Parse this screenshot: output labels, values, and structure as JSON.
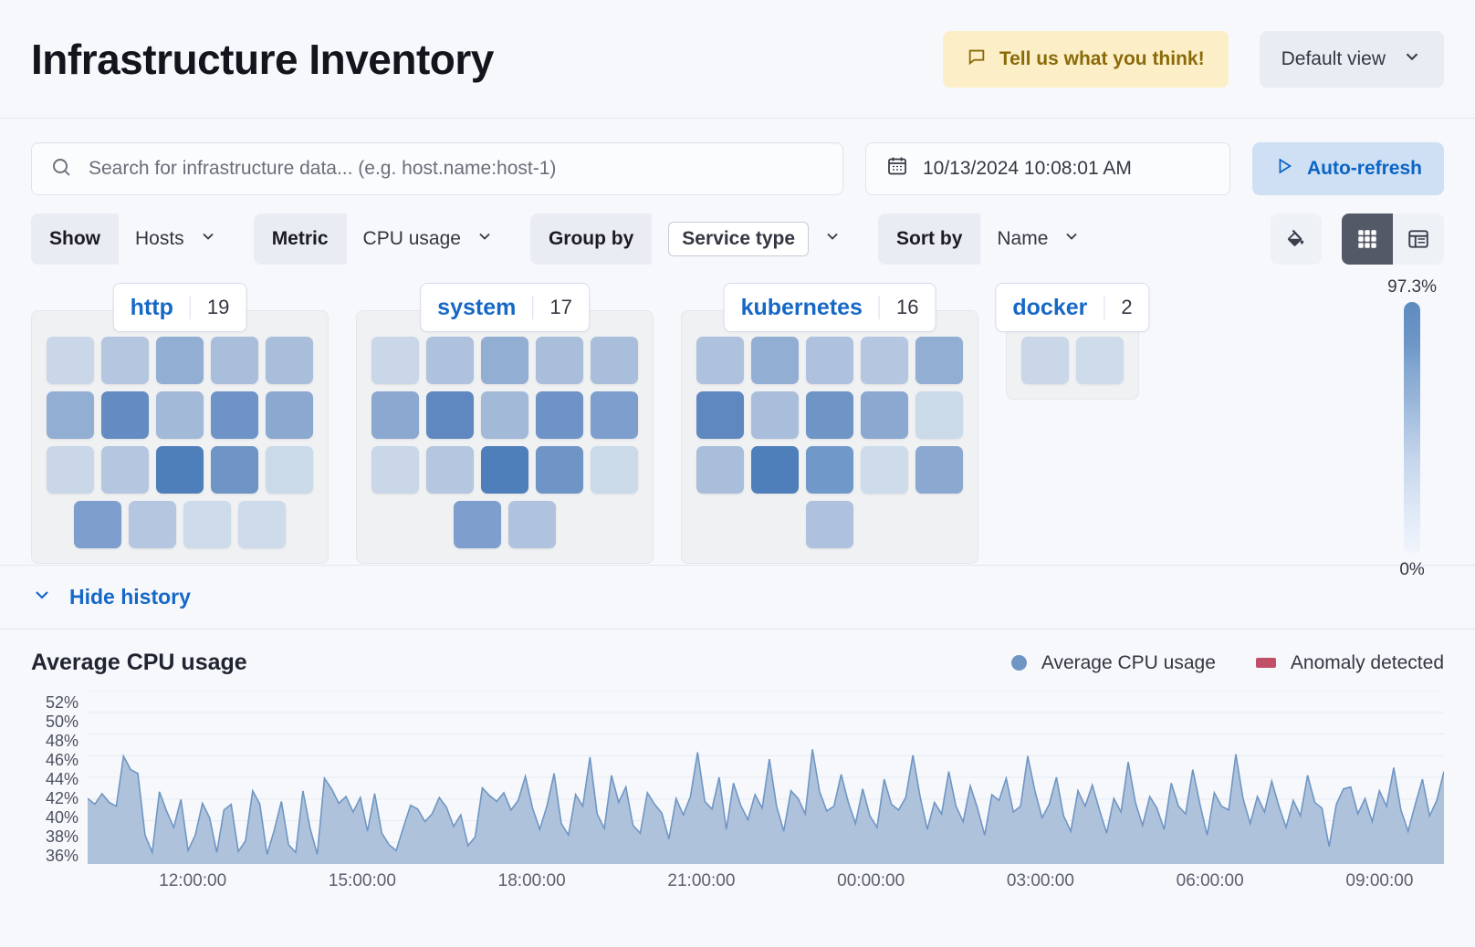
{
  "header": {
    "title": "Infrastructure Inventory",
    "feedback_label": "Tell us what you think!",
    "feedback_icon": "comment-icon",
    "view_label": "Default view",
    "view_icon": "chevron-down-icon"
  },
  "search": {
    "placeholder": "Search for infrastructure data... (e.g. host.name:host-1)",
    "value": "",
    "icon": "search-icon"
  },
  "datepicker": {
    "value": "10/13/2024 10:08:01 AM",
    "icon": "calendar-icon"
  },
  "refresh": {
    "label": "Auto-refresh",
    "icon": "play-icon"
  },
  "filters": [
    {
      "label": "Show",
      "value": "Hosts",
      "boxed": false,
      "icon": "chevron-down-icon"
    },
    {
      "label": "Metric",
      "value": "CPU usage",
      "boxed": false,
      "icon": "chevron-down-icon"
    },
    {
      "label": "Group by",
      "value": "Service type",
      "boxed": true,
      "icon": "chevron-down-icon"
    },
    {
      "label": "Sort by",
      "value": "Name",
      "boxed": false,
      "icon": "chevron-down-icon"
    }
  ],
  "toolbar_icons": {
    "palette": "fill-bucket-icon",
    "grid_view": "grid-view-icon",
    "table_view": "table-view-icon",
    "grid_active": true
  },
  "legend_scale": {
    "max": "97.3%",
    "min": "0%"
  },
  "groups": [
    {
      "name": "http",
      "count": "19",
      "rows": [
        [
          "#c9d7e8",
          "#b4c6e0",
          "#93aed3",
          "#a9bedb",
          "#a9bedb"
        ],
        [
          "#93aed3",
          "#648bc2",
          "#a3b9d8",
          "#6e93c6",
          "#8ba8d0"
        ],
        [
          "#c9d7e8",
          "#b4c6e0",
          "#4f7fba",
          "#6f94c6",
          "#cadae9"
        ],
        [
          "#7e9fcd",
          "#b4c6e0",
          "#cddbea",
          "#cddbea"
        ]
      ]
    },
    {
      "name": "system",
      "count": "17",
      "rows": [
        [
          "#c9d7e8",
          "#aec1dd",
          "#93aed3",
          "#a9bedb",
          "#a9bedb"
        ],
        [
          "#8ba8d0",
          "#5f88c0",
          "#a3b9d8",
          "#6e93c6",
          "#7e9fcd"
        ],
        [
          "#c9d7e8",
          "#b4c6e0",
          "#4f7fba",
          "#6f94c6",
          "#cadae9"
        ],
        [
          "#7e9fcd",
          "#b0c3de"
        ]
      ]
    },
    {
      "name": "kubernetes",
      "count": "16",
      "rows": [
        [
          "#aec1dd",
          "#93aed3",
          "#aec1dd",
          "#b4c6e0",
          "#93aed3"
        ],
        [
          "#5f88c0",
          "#a9bedb",
          "#6f94c6",
          "#8ba8d0",
          "#cadae9"
        ],
        [
          "#a9bedb",
          "#4f7fba",
          "#7099c9",
          "#cddbea",
          "#8ba8d0"
        ],
        [
          "#aec1dd"
        ]
      ]
    },
    {
      "name": "docker",
      "count": "2",
      "rows": [
        [
          "#c9d7e8",
          "#cddbea"
        ]
      ]
    }
  ],
  "history": {
    "toggle_label": "Hide history",
    "toggle_icon": "chevron-down-icon"
  },
  "chart_data": {
    "type": "area",
    "title": "Average CPU usage",
    "xlabel": "",
    "ylabel": "",
    "grid": true,
    "legend_position": "top-right",
    "legend": [
      {
        "name": "Average CPU usage",
        "color": "#6f96c3",
        "marker": "circle"
      },
      {
        "name": "Anomaly detected",
        "color": "#c24f68",
        "marker": "rect"
      }
    ],
    "ylim": [
      35,
      53
    ],
    "ytick_labels": [
      "52%",
      "50%",
      "48%",
      "46%",
      "44%",
      "42%",
      "40%",
      "38%",
      "36%"
    ],
    "ytick_values": [
      52,
      50,
      48,
      46,
      44,
      42,
      40,
      38,
      36
    ],
    "xtick_labels": [
      "12:00:00",
      "15:00:00",
      "18:00:00",
      "21:00:00",
      "00:00:00",
      "03:00:00",
      "06:00:00",
      "09:00:00"
    ],
    "series": [
      {
        "name": "Average CPU usage",
        "color": "#6f96c3",
        "fill": "#aec2dc",
        "values": [
          41.8,
          41.2,
          42.3,
          41.4,
          41.0,
          46.2,
          44.8,
          44.4,
          38.0,
          36.2,
          42.5,
          40.5,
          38.8,
          41.7,
          36.4,
          38.0,
          41.3,
          39.8,
          36.2,
          40.6,
          41.2,
          36.3,
          37.4,
          42.6,
          41.2,
          36.0,
          38.5,
          41.5,
          37.0,
          36.2,
          42.6,
          38.7,
          36.0,
          43.9,
          42.8,
          41.3,
          42.0,
          40.4,
          41.9,
          38.4,
          42.3,
          38.2,
          37.0,
          36.4,
          38.8,
          41.1,
          40.7,
          39.4,
          40.2,
          41.9,
          40.9,
          38.9,
          40.1,
          36.9,
          37.8,
          42.9,
          42.1,
          41.5,
          42.4,
          40.6,
          41.6,
          44.1,
          40.8,
          38.6,
          41.0,
          44.4,
          39.2,
          38.0,
          42.2,
          41.0,
          46.1,
          40.2,
          38.7,
          44.2,
          41.4,
          43.0,
          39.0,
          38.2,
          42.4,
          41.2,
          40.3,
          37.6,
          41.8,
          40.1,
          42.0,
          46.6,
          41.5,
          40.7,
          44.0,
          38.6,
          43.4,
          41.1,
          39.6,
          42.2,
          40.8,
          45.9,
          41.0,
          38.4,
          42.6,
          41.8,
          40.2,
          46.9,
          42.5,
          40.5,
          41.0,
          44.3,
          41.4,
          39.2,
          42.8,
          40.0,
          38.8,
          43.8,
          41.2,
          40.6,
          41.9,
          46.3,
          42.0,
          38.6,
          41.4,
          40.2,
          44.6,
          41.0,
          39.4,
          43.1,
          40.8,
          38.0,
          42.2,
          41.6,
          43.9,
          40.4,
          41.0,
          46.2,
          42.6,
          39.8,
          41.2,
          44.0,
          40.0,
          38.4,
          42.6,
          41.0,
          43.2,
          40.6,
          38.2,
          41.8,
          40.4,
          45.6,
          41.4,
          39.0,
          42.0,
          40.8,
          38.6,
          43.4,
          41.0,
          40.2,
          44.8,
          41.2,
          38.0,
          42.4,
          41.0,
          40.6,
          46.4,
          41.8,
          39.2,
          42.0,
          40.4,
          43.6,
          41.0,
          38.8,
          41.6,
          40.0,
          44.2,
          41.4,
          40.8,
          36.8,
          41.2,
          42.8,
          43.0,
          40.2,
          41.8,
          39.4,
          42.6,
          41.0,
          45.0,
          40.6,
          38.4,
          41.2,
          43.8,
          40.0,
          41.6,
          44.6
        ]
      }
    ]
  }
}
